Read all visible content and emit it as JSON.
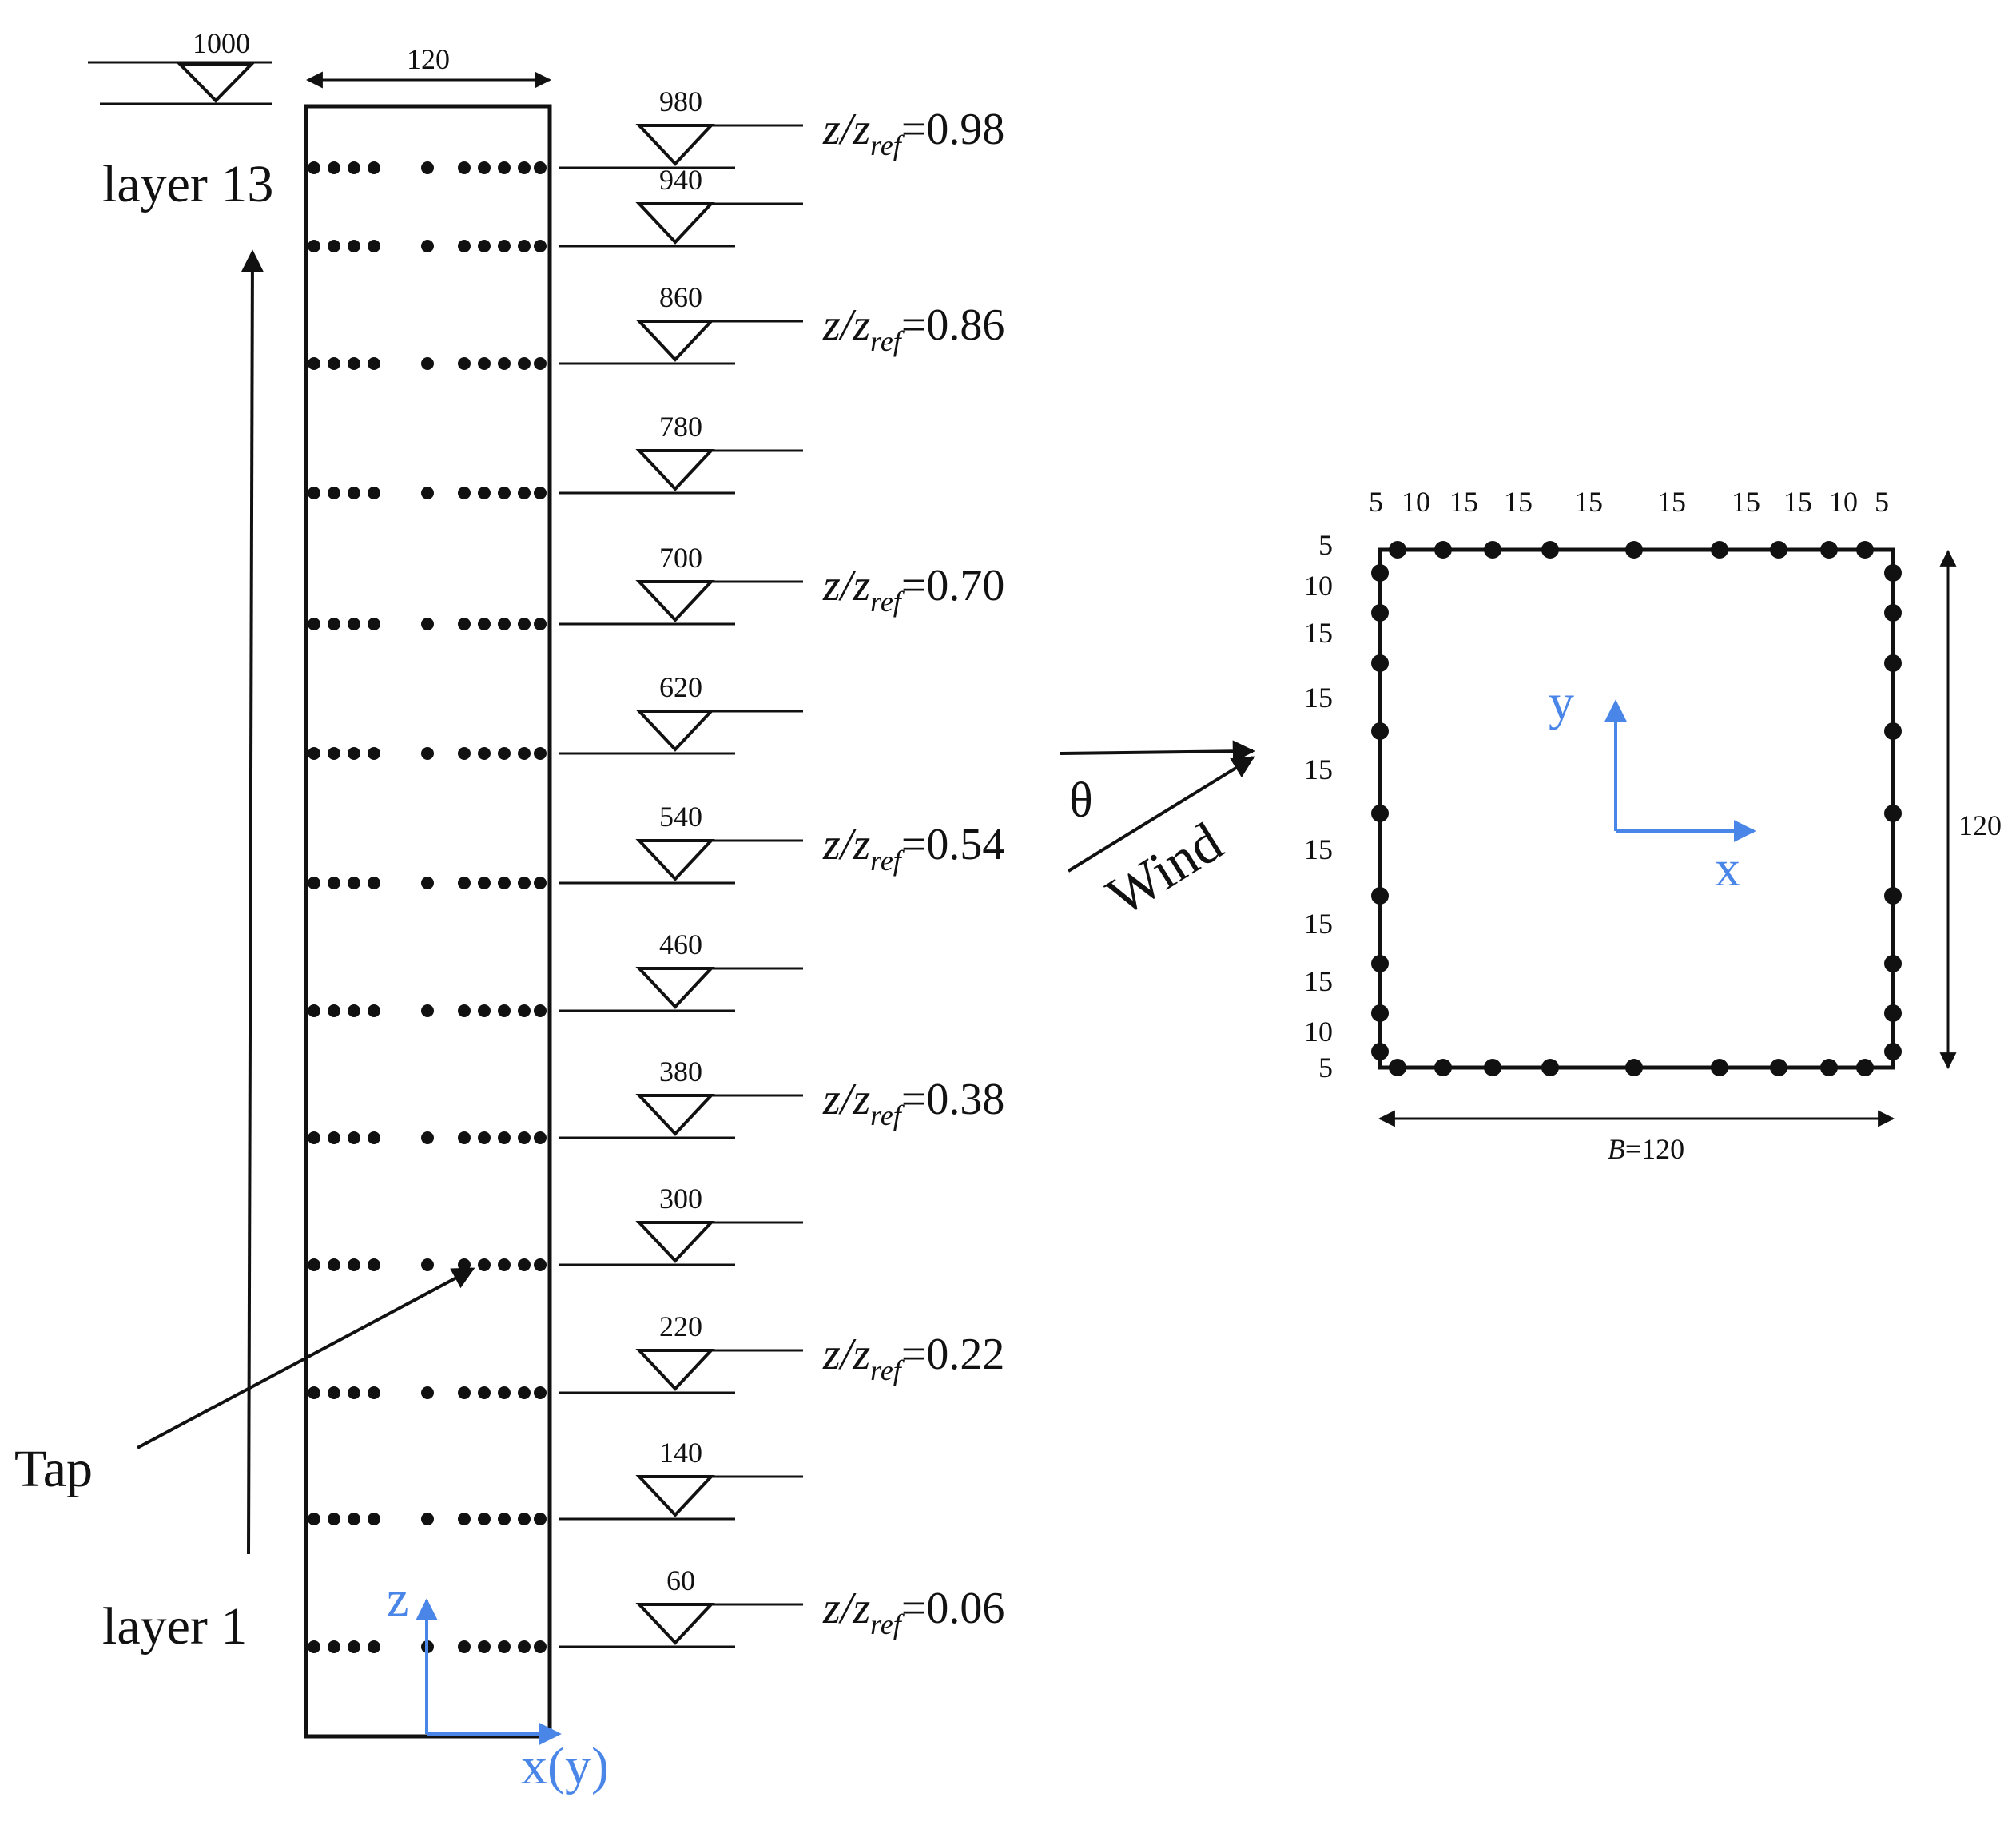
{
  "elevation": {
    "top_value": "1000",
    "width_value": "120",
    "level_values": [
      "980",
      "940",
      "860",
      "780",
      "700",
      "620",
      "540",
      "460",
      "380",
      "300",
      "220",
      "140",
      "60"
    ],
    "layer_top": "layer 13",
    "layer_bottom": "layer 1",
    "tap_label": "Tap",
    "axis_z": "z",
    "axis_xy": "x(y)",
    "ratio_prefix": "z/z",
    "ratio_sub": "ref",
    "ratios": [
      "=0.98",
      "=0.86",
      "=0.70",
      "=0.54",
      "=0.38",
      "=0.22",
      "=0.06"
    ]
  },
  "wind": {
    "theta": "θ",
    "label": "Wind"
  },
  "plan": {
    "top_spacing": [
      "5",
      "10",
      "15",
      "15",
      "15",
      "15",
      "15",
      "15",
      "10",
      "5"
    ],
    "left_spacing": [
      "5",
      "10",
      "15",
      "15",
      "15",
      "15",
      "15",
      "15",
      "10",
      "5"
    ],
    "side_dim": "120",
    "base_dim_italic": "B",
    "base_dim_value": "=120",
    "axis_x": "x",
    "axis_y": "y"
  },
  "colors": {
    "axis": "#4a86e8",
    "line": "#111111"
  }
}
